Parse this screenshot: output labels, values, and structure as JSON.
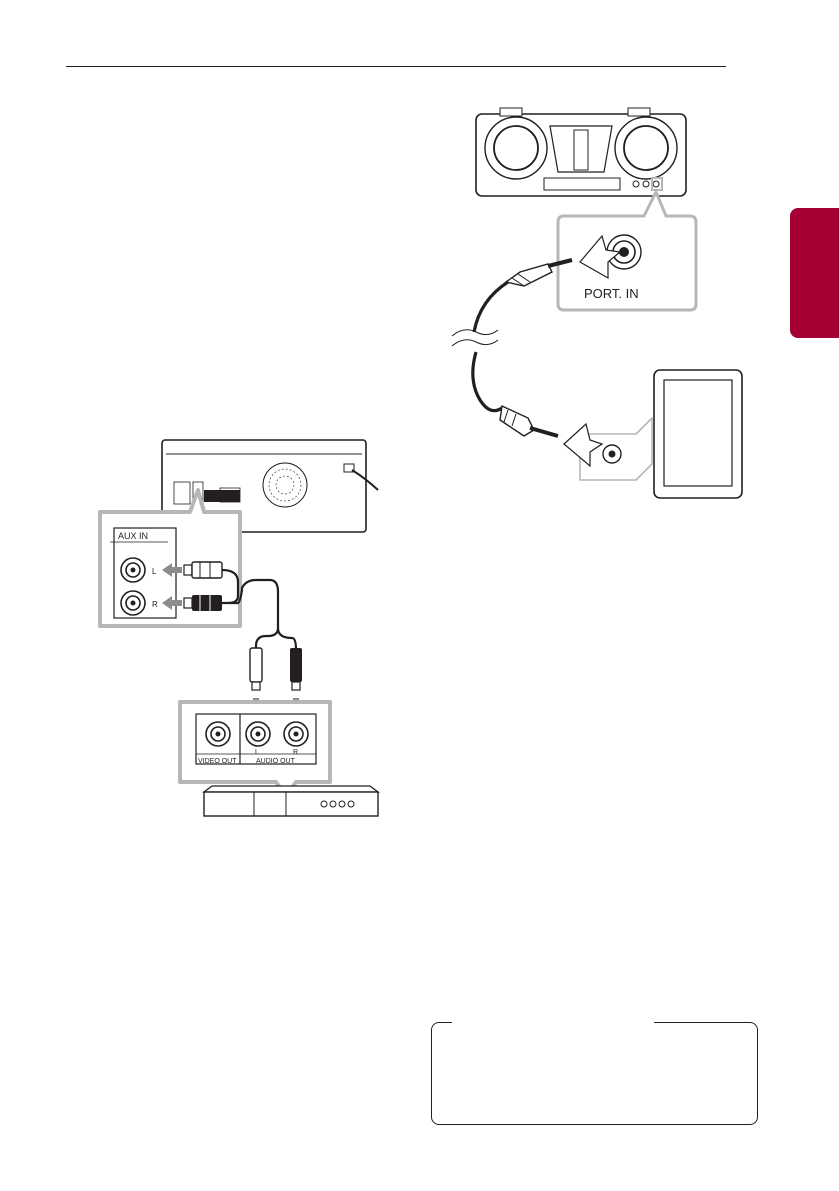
{
  "aux_diagram": {
    "panel_label": "AUX IN",
    "jack_left": "L",
    "jack_right": "R",
    "source_video_label": "VIDEO OUT",
    "source_audio_label": "AUDIO OUT",
    "source_left": "L",
    "source_right": "R"
  },
  "port_diagram": {
    "jack_label": "PORT. IN"
  },
  "colors": {
    "accent_tab": "#a50034",
    "line": "#231f20",
    "callout_gray": "#b7b7b7"
  }
}
